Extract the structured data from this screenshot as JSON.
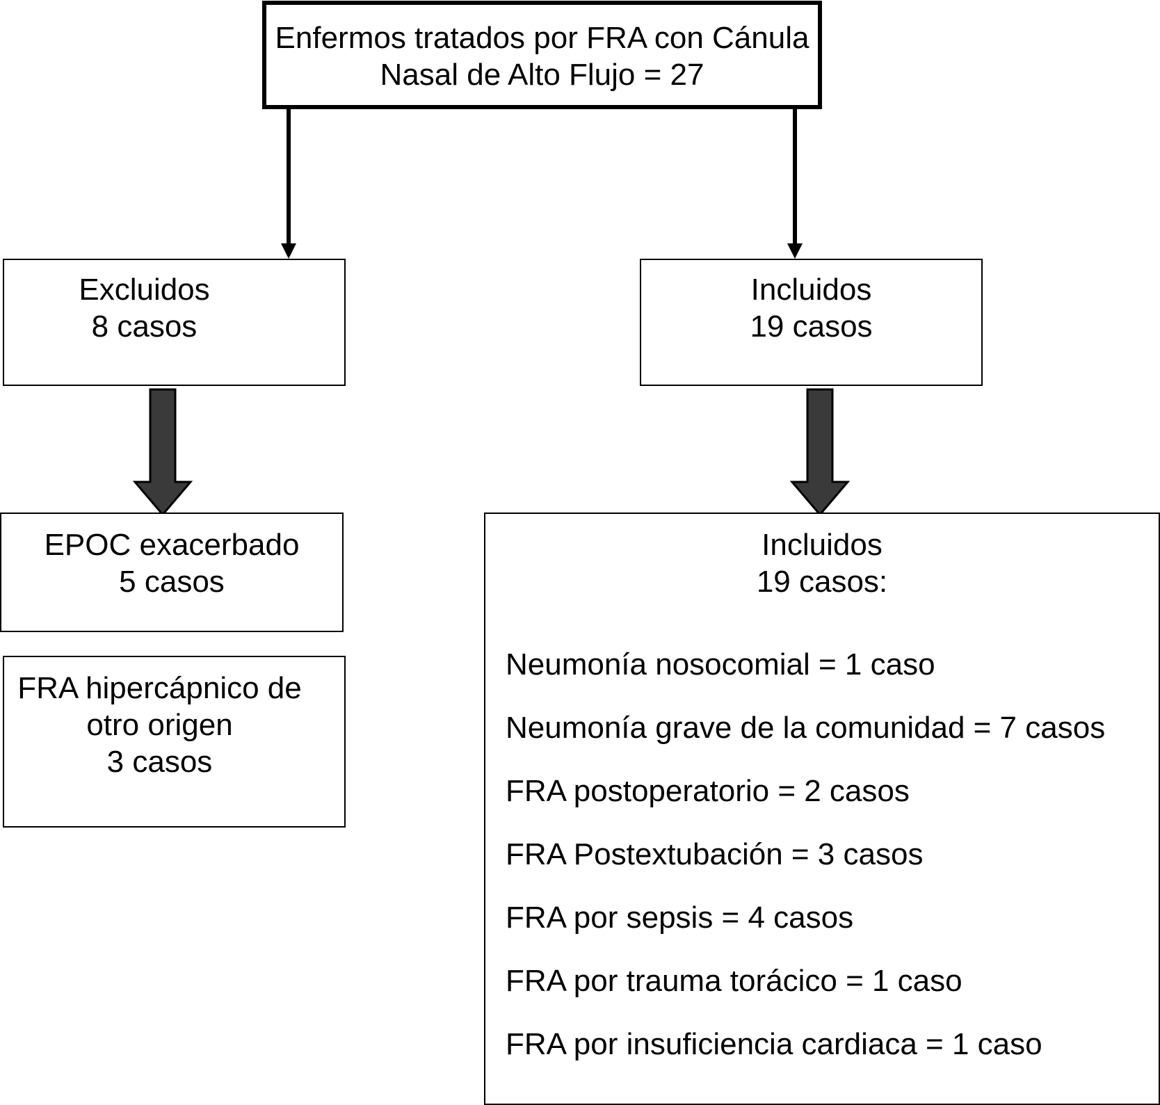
{
  "root": {
    "line1": "Enfermos tratados por FRA con Cánula",
    "line2": "Nasal de Alto Flujo = 27"
  },
  "excluded": {
    "title": "Excluidos",
    "count": "8 casos"
  },
  "included": {
    "title": "Incluidos",
    "count": "19 casos"
  },
  "excluded_breakdown": [
    {
      "lines": [
        "EPOC exacerbado",
        "5 casos"
      ]
    },
    {
      "lines": [
        "FRA hipercápnico de",
        "otro origen",
        "3 casos"
      ]
    }
  ],
  "included_detail": {
    "title": "Incluidos",
    "count": "19 casos:",
    "items": [
      "Neumonía nosocomial = 1 caso",
      "Neumonía grave de la comunidad = 7 casos",
      "FRA postoperatorio = 2 casos",
      "FRA Postextubación = 3 casos",
      "FRA por sepsis = 4 casos",
      "FRA por trauma torácico = 1 caso",
      "FRA por insuficiencia cardiaca = 1 caso"
    ]
  },
  "colors": {
    "line": "#000000",
    "block_arrow_fill": "#3a3a3a"
  }
}
